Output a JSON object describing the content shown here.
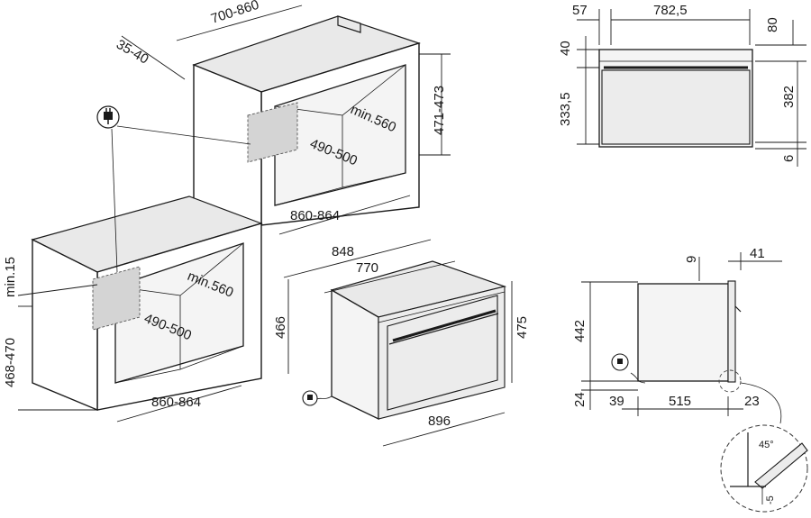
{
  "dims": {
    "tall_depth": "700-860",
    "tall_offset": "35-40",
    "tall_niche_height": "471-473",
    "tall_depth_min": "min.560",
    "tall_niche_height2": "490-500",
    "tall_width": "860-864",
    "base_gap": "min.15",
    "base_height": "468-470",
    "base_depth_min": "min.560",
    "base_niche_height": "490-500",
    "base_width": "860-864",
    "oven_depth": "848",
    "oven_depth_body": "770",
    "oven_height_body": "466",
    "oven_height": "475",
    "oven_width": "896",
    "front_left": "57",
    "front_width": "782,5",
    "front_top": "80",
    "front_40": "40",
    "front_3335": "333,5",
    "front_382": "382",
    "front_6": "6",
    "side_9": "9",
    "side_41": "41",
    "side_442": "442",
    "side_24": "24",
    "side_39": "39",
    "side_515": "515",
    "side_23": "23",
    "detail_angle": "45°",
    "detail_offset": "-5"
  },
  "icons": {
    "plug_main": "electric-plug-icon",
    "plug_cable": "power-cable-icon",
    "plug_side": "electric-plug-icon"
  }
}
